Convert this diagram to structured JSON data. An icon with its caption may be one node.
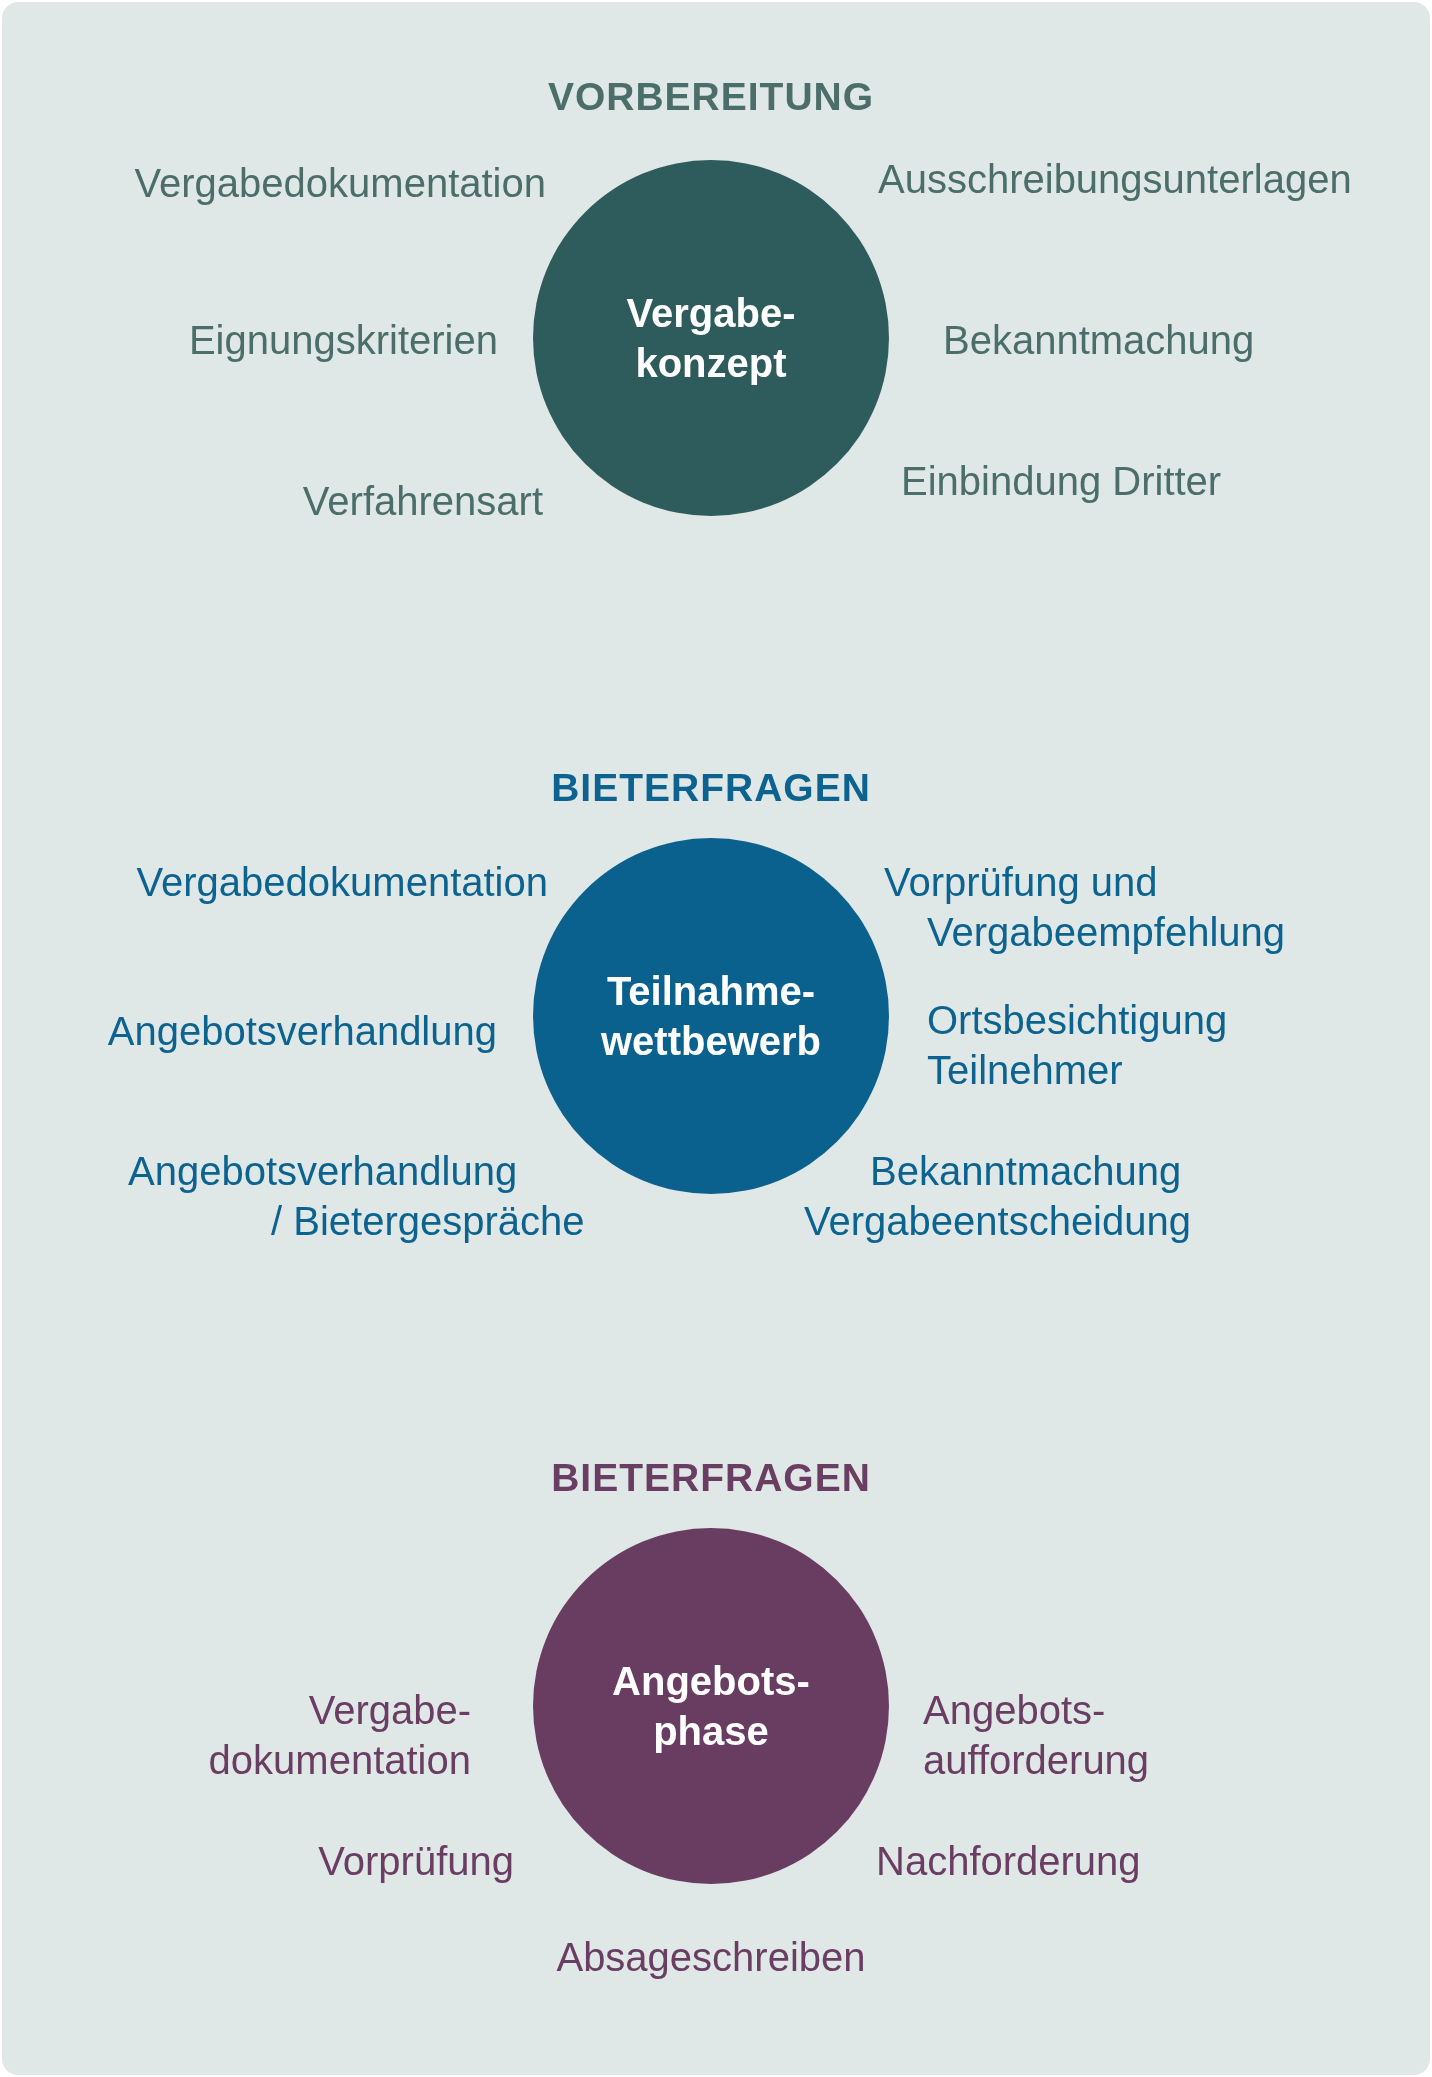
{
  "diagram": {
    "nodes": [
      {
        "text": [
          "Vergabe- konzept"
        ],
        "beside": [
          "VORBEREITUNG",
          "Vergabedokumentation",
          "Ausschreibungsunterlagen",
          "Eignungskriterien",
          "Bekanntmachung",
          "Verfahrensart",
          "Einbindung Dritter"
        ]
      },
      {
        "text": [
          "Teilnahme- wettbewerb"
        ],
        "beside": [
          "BIETERFRAGEN",
          "Vergabedokumentation",
          "Vorprüfung und Vergabeempfehlung",
          "Angebotsverhandlung",
          "Ortsbesichtigung Teilnehmer",
          "Angebotsverhandlung / Bietergespräche",
          "Bekanntmachung Vergabeentscheidung"
        ]
      },
      {
        "text": [
          "Angebots- phase"
        ],
        "beside": [
          "BIETERFRAGEN",
          "Vergabe- dokumentation",
          "Angebots- aufforderung",
          "Vorprüfung",
          "Nachforderung",
          "Absageschreiben"
        ]
      }
    ]
  }
}
